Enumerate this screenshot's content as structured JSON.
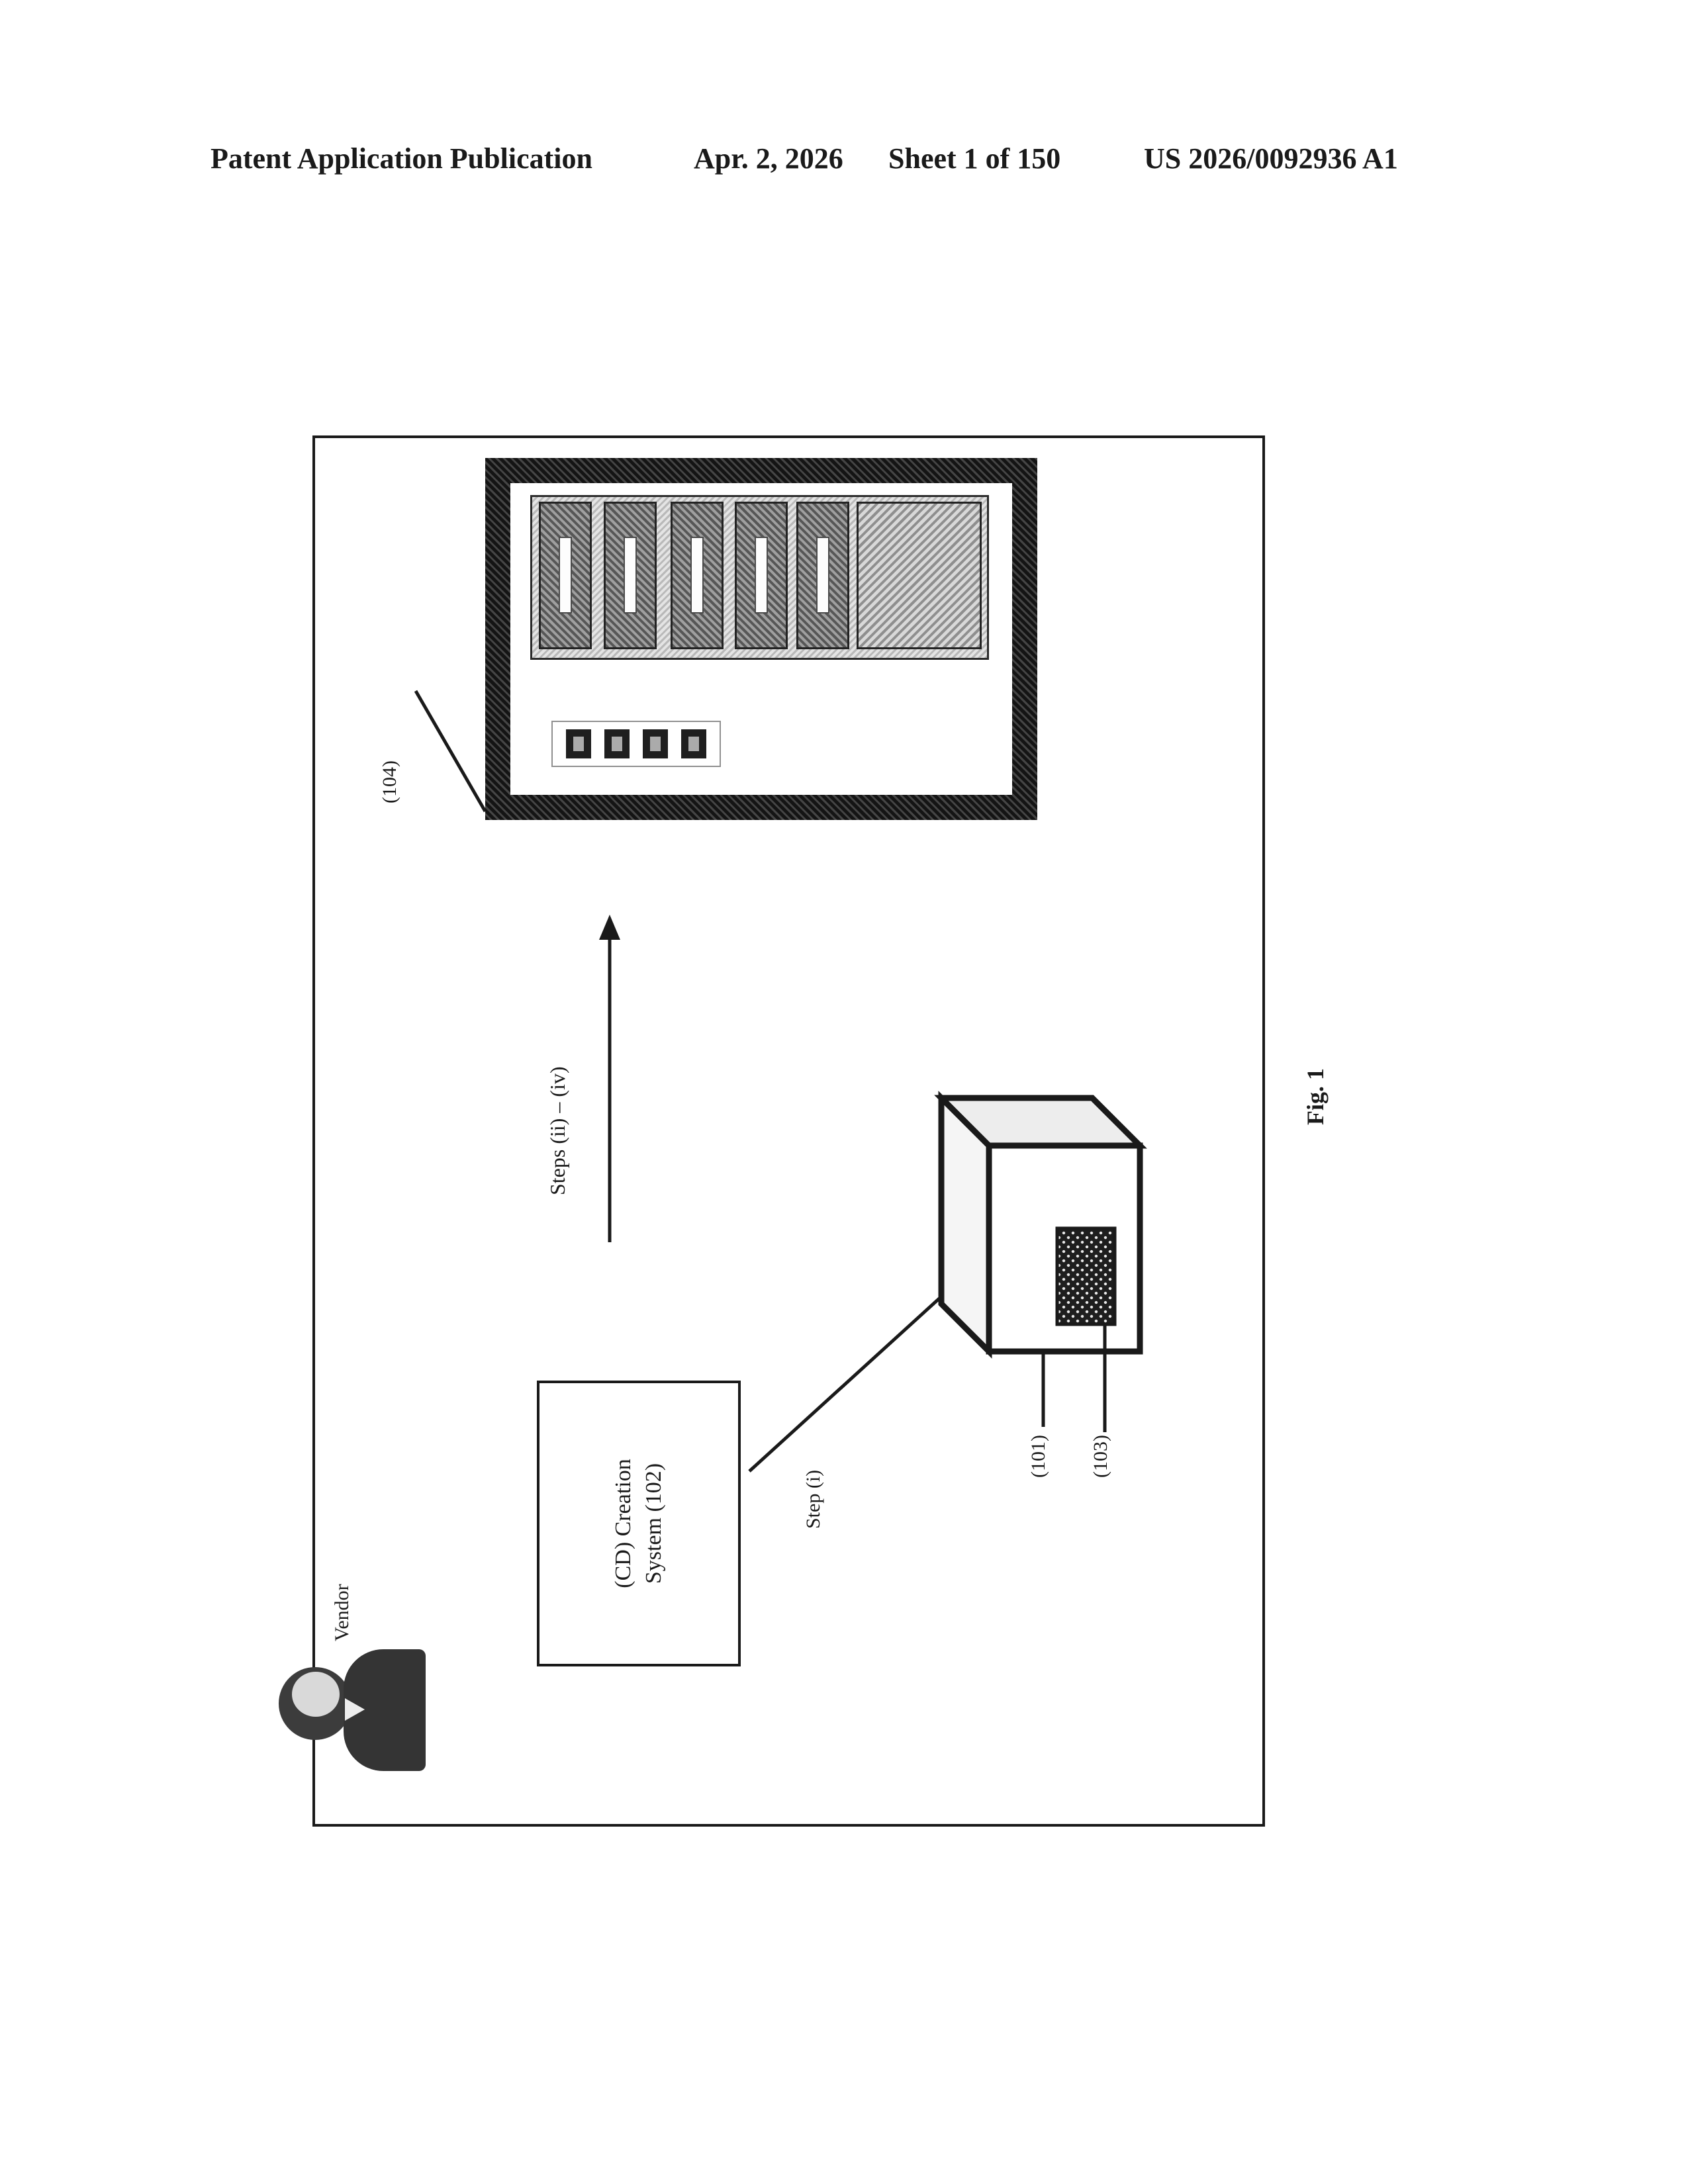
{
  "header": {
    "publication": "Patent Application Publication",
    "date": "Apr. 2, 2026",
    "sheet": "Sheet 1 of 150",
    "doc_number": "US 2026/0092936 A1"
  },
  "figure": {
    "label": "Fig. 1",
    "vendor": "Vendor",
    "cd_system": "(CD) Creation System (102)",
    "step_i": "Step (i)",
    "steps_ii_iv": "Steps (ii) – (iv)",
    "ref_101": "(101)",
    "ref_103": "(103)",
    "ref_104": "(104)"
  },
  "colors": {
    "ink": "#1a1a1a",
    "paper": "#ffffff"
  }
}
